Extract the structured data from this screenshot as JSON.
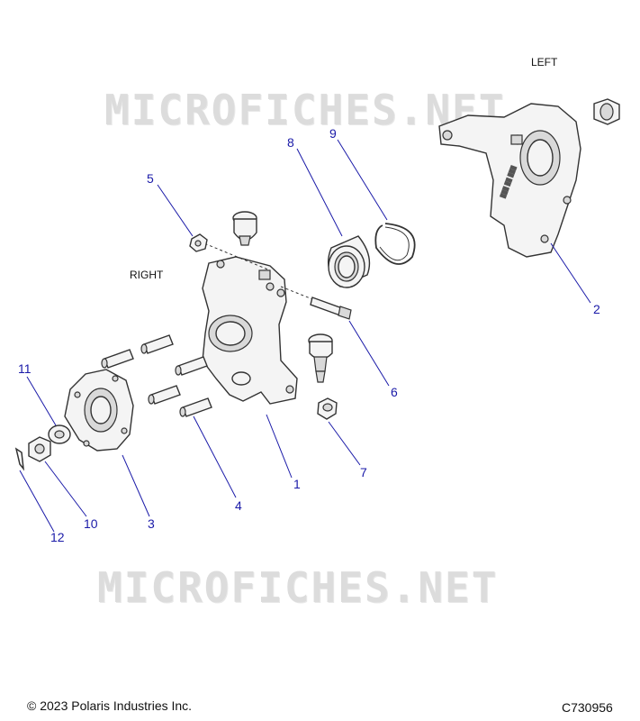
{
  "watermark": {
    "top": "MICROFICHES.NET",
    "bottom": "MICROFICHES.NET"
  },
  "side_labels": {
    "left": "LEFT",
    "right": "RIGHT"
  },
  "callouts": [
    {
      "id": "1",
      "text": "1"
    },
    {
      "id": "2",
      "text": "2"
    },
    {
      "id": "3",
      "text": "3"
    },
    {
      "id": "4",
      "text": "4"
    },
    {
      "id": "5",
      "text": "5"
    },
    {
      "id": "6",
      "text": "6"
    },
    {
      "id": "7",
      "text": "7"
    },
    {
      "id": "8",
      "text": "8"
    },
    {
      "id": "9",
      "text": "9"
    },
    {
      "id": "10",
      "text": "10"
    },
    {
      "id": "11",
      "text": "11"
    },
    {
      "id": "12",
      "text": "12"
    }
  ],
  "footer": {
    "copyright": "© 2023 Polaris Industries Inc.",
    "code": "C730956"
  },
  "colors": {
    "callout": "#1a1aa8",
    "linework": "#333333",
    "watermark": "#dcdcdc"
  }
}
